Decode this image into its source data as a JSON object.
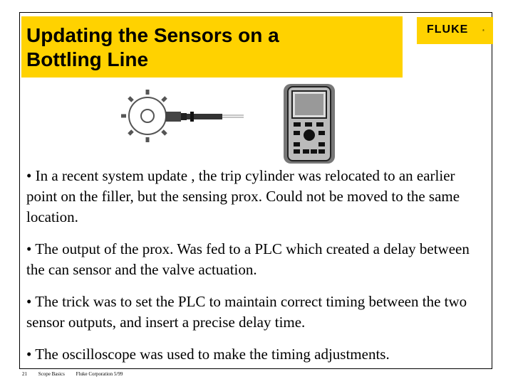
{
  "slide": {
    "title_line1": "Updating the Sensors on a",
    "title_line2": "Bottling Line",
    "logo": "FLUKE",
    "logo_mark": "®",
    "bullets": [
      "• In a recent system update , the trip cylinder was relocated to an earlier point on the filler, but the sensing prox. Could not be moved to the same location.",
      "• The output of the prox. Was fed to a PLC which created a delay between the can sensor and the valve actuation.",
      "• The trick was to set the PLC to maintain correct timing between the two sensor outputs, and insert a precise delay time.",
      "• The oscilloscope was used to make the timing adjustments."
    ]
  },
  "footer": {
    "page_number": "21",
    "course": "Scope Basics",
    "company": "Fluke Corporation  5/99"
  },
  "colors": {
    "accent": "#ffd200"
  }
}
